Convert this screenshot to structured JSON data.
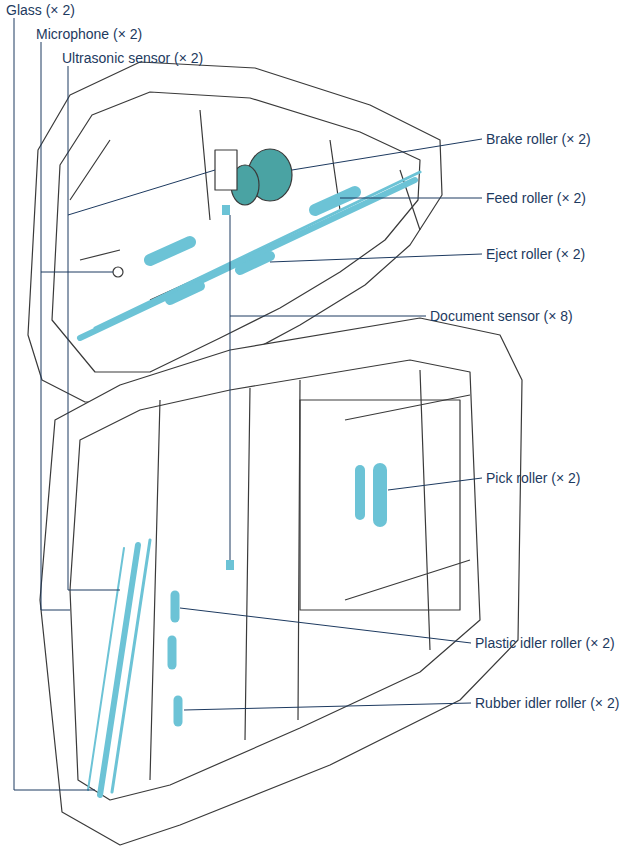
{
  "diagram": {
    "labels": [
      "Glass (× 2)",
      "Microphone (× 2)",
      "Ultrasonic sensor (× 2)",
      "Brake roller (× 2)",
      "Feed roller (× 2)",
      "Eject roller (× 2)",
      "Document sensor (× 8)",
      "Pick roller (× 2)",
      "Plastic idler roller (× 2)",
      "Rubber idler roller (× 2)"
    ]
  }
}
